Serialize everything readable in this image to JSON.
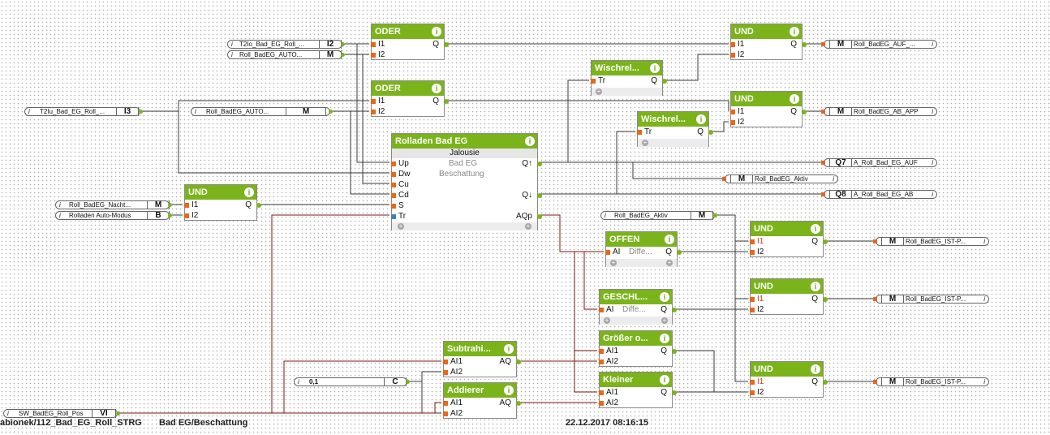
{
  "blocks": {
    "oder1": {
      "title": "ODER",
      "in": [
        "I1",
        "I2"
      ],
      "out": "Q"
    },
    "oder2": {
      "title": "ODER",
      "in": [
        "I1",
        "I2"
      ],
      "out": "Q"
    },
    "und_left": {
      "title": "UND",
      "in": [
        "I1",
        "I2"
      ],
      "out": "Q"
    },
    "rolladen": {
      "title": "Rolladen Bad EG",
      "subtitle": "Jalousie",
      "desc1": "Bad EG",
      "desc2": "Beschattung",
      "in": [
        "Up",
        "Dw",
        "Cu",
        "Cd",
        "S",
        "Tr"
      ],
      "out_up": "Q↑",
      "out_down": "Q↓",
      "out_aqp": "AQp"
    },
    "wisch1": {
      "title": "Wischrel...",
      "in": "Tr",
      "out": "Q"
    },
    "wisch2": {
      "title": "Wischrel...",
      "in": "Tr",
      "out": "Q"
    },
    "und_top": {
      "title": "UND",
      "in": [
        "I1",
        "I2"
      ],
      "out": "Q"
    },
    "und_mid": {
      "title": "UND",
      "in": [
        "I1",
        "I2"
      ],
      "out": "Q"
    },
    "offen": {
      "title": "OFFEN",
      "in": "AI",
      "desc": "Diffe...",
      "out": "Q"
    },
    "geschl": {
      "title": "GESCHL...",
      "in": "AI",
      "desc": "Diffe...",
      "out": "Q"
    },
    "groesser": {
      "title": "Größer o...",
      "in": [
        "AI1",
        "AI2"
      ],
      "out": "Q"
    },
    "kleiner": {
      "title": "Kleiner",
      "in": [
        "AI1",
        "AI2"
      ],
      "out": "Q"
    },
    "subtrahi": {
      "title": "Subtrahi...",
      "in": [
        "AI1",
        "AI2"
      ],
      "out": "AQ"
    },
    "addierer": {
      "title": "Addierer",
      "in": [
        "AI1",
        "AI2"
      ],
      "out": "AQ"
    },
    "und_r1": {
      "title": "UND",
      "in": [
        "I1",
        "I2"
      ],
      "out": "Q"
    },
    "und_r2": {
      "title": "UND",
      "in": [
        "I1",
        "I2"
      ],
      "out": "Q"
    },
    "und_r3": {
      "title": "UND",
      "in": [
        "I1",
        "I2"
      ],
      "out": "Q"
    }
  },
  "inputs": {
    "t2io": {
      "info": "i",
      "name": "T2Io_Bad_EG_Roll_...",
      "type": "I2"
    },
    "roll_auto1": {
      "info": "i",
      "name": "Roll_BadEG_AUTO...",
      "type": "M"
    },
    "t2iu": {
      "info": "i",
      "name": "T2Iu_Bad_EG_Roll_...",
      "type": "I3"
    },
    "roll_auto2": {
      "info": "i",
      "name": "Roll_BadEG_AUTO...",
      "type": "M"
    },
    "nacht": {
      "info": "i",
      "name": "Roll_BadEG_Nacht...",
      "type": "M"
    },
    "automodus": {
      "info": "i",
      "name": "Rolladen Auto-Modus",
      "type": "B"
    },
    "aktiv_in": {
      "info": "i",
      "name": "Roll_BadEG_Aktiv",
      "type": "M"
    },
    "const01": {
      "info": "i",
      "name": "0,1",
      "type": "C"
    },
    "sw_pos": {
      "info": "i",
      "name": "SW_BadEG_Roll_Pos",
      "type": "VI"
    }
  },
  "outputs": {
    "auf_m": {
      "type": "M",
      "name": "Roll_BadEG_AUF_...",
      "info": "i"
    },
    "ab_app": {
      "type": "M",
      "name": "Roll_BadEG_AB_APP",
      "info": "i"
    },
    "q7": {
      "type": "Q7",
      "name": "A_Roll_Bad_EG_AUF",
      "info": "i"
    },
    "aktiv_m": {
      "type": "M",
      "name": "Roll_BadEG_Aktiv",
      "info": "i"
    },
    "q8": {
      "type": "Q8",
      "name": "A_Roll_Bad_EG_AB",
      "info": "i"
    },
    "ist1": {
      "type": "M",
      "name": "Roll_BadEG_IST-P...",
      "info": "i"
    },
    "ist2": {
      "type": "M",
      "name": "Roll_BadEG_IST-P...",
      "info": "i"
    },
    "ist3": {
      "type": "M",
      "name": "Roll_BadEG_IST-P...",
      "info": "i"
    }
  },
  "footer": {
    "path": "abionek/112_Bad_EG_Roll_STRG",
    "page": "Bad EG/Beschattung",
    "datetime": "22.12.2017 08:16:15"
  },
  "colors": {
    "block_header": "#7bb31a",
    "input_pin": "#e8671c",
    "wire_digital": "#3a3a3a",
    "wire_analog": "#7a1a10"
  }
}
